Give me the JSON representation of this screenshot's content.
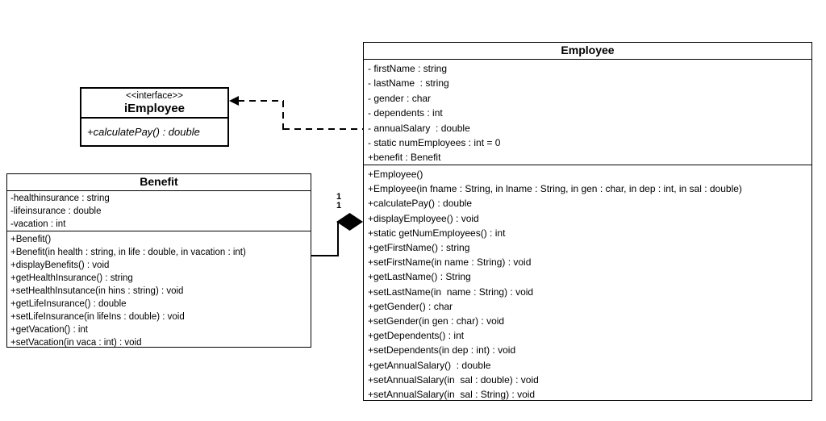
{
  "classes": {
    "iemployee": {
      "stereotype": "<<interface>>",
      "name": "iEmployee",
      "methods": [
        "+calculatePay() : double"
      ]
    },
    "employee": {
      "name": "Employee",
      "attributes": [
        "- firstName : string",
        "- lastName  : string",
        "- gender : char",
        "- dependents : int",
        "- annualSalary  : double",
        "- static numEmployees : int = 0",
        "+benefit : Benefit"
      ],
      "methods": [
        "+Employee()",
        "+Employee(in fname : String, in lname : String, in gen : char, in dep : int, in sal : double)",
        "+calculatePay() : double",
        "+displayEmployee() : void",
        "+static getNumEmployees() : int",
        "+getFirstName() : string",
        "+setFirstName(in name : String) : void",
        "+getLastName() : String",
        "+setLastName(in  name : String) : void",
        "+getGender() : char",
        "+setGender(in gen : char) : void",
        "+getDependents() : int",
        "+setDependents(in dep : int) : void",
        "+getAnnualSalary()  : double",
        "+setAnnualSalary(in  sal : double) : void",
        "+setAnnualSalary(in  sal : String) : void"
      ]
    },
    "benefit": {
      "name": "Benefit",
      "attributes": [
        "-healthinsurance : string",
        "-lifeinsurance : double",
        "-vacation : int"
      ],
      "methods": [
        "+Benefit()",
        "+Benefit(in health : string, in life : double, in vacation : int)",
        "+displayBenefits() : void",
        "+getHealthInsurance() : string",
        "+setHealthInsutance(in hins : string) : void",
        "+getLifeInsurance() : double",
        "+setLifeInsurance(in lifeIns : double) : void",
        "+getVacation() : int",
        "+setVacation(in vaca : int) : void"
      ]
    }
  },
  "relationships": {
    "composition": {
      "multiplicity_upper": "1",
      "multiplicity_lower": "1"
    }
  },
  "colors": {
    "line": "#000000",
    "background": "#ffffff"
  }
}
